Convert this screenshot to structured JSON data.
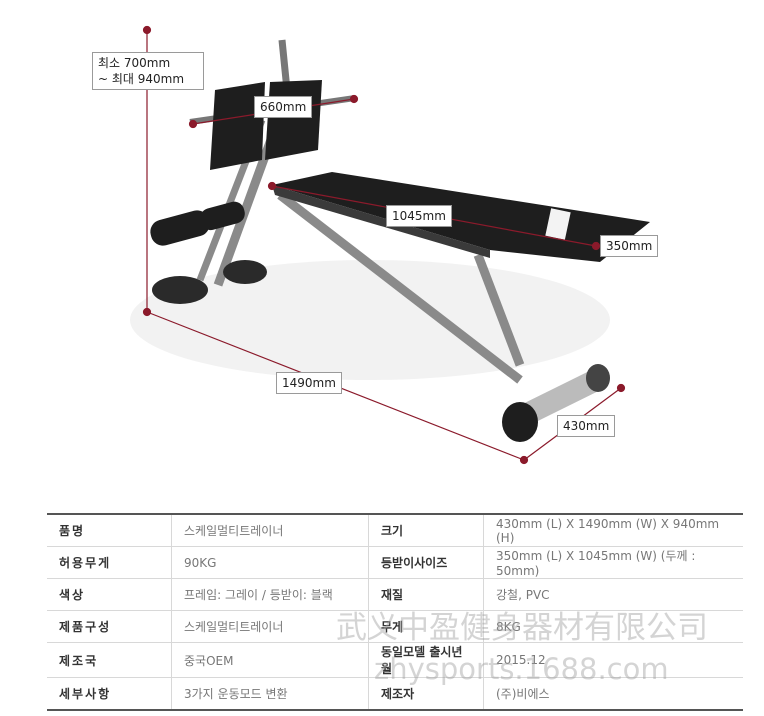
{
  "dimensions": {
    "height_label": "최소 700mm\n~ 최대 940mm",
    "handle_width": "660mm",
    "backrest_length": "1045mm",
    "backrest_width": "350mm",
    "total_length": "1490mm",
    "base_width": "430mm"
  },
  "specs": [
    {
      "k1": "품명",
      "v1": "스케일멀티트레이너",
      "k2": "크기",
      "v2": "430mm (L) X 1490mm (W) X 940mm (H)"
    },
    {
      "k1": "허용무게",
      "v1": "90KG",
      "k2": "등받이사이즈",
      "v2": "350mm (L) X 1045mm (W) (두께 : 50mm)"
    },
    {
      "k1": "색상",
      "v1": "프레임: 그레이 / 등받이: 블랙",
      "k2": "재질",
      "v2": "강철, PVC"
    },
    {
      "k1": "제품구성",
      "v1": "스케일멀티트레이너",
      "k2": "무게",
      "v2": "8KG"
    },
    {
      "k1": "제조국",
      "v1": "중국OEM",
      "k2": "동일모델 출시년월",
      "v2": "2015.12"
    },
    {
      "k1": "세부사항",
      "v1": "3가지 운동모드 변환",
      "k2": "제조자",
      "v2": "(주)비에스"
    }
  ],
  "watermark": {
    "line1": "武义中盈健身器材有限公司",
    "line2": "zhysports.1688.com"
  },
  "colors": {
    "dimension_line": "#8b1a2b",
    "frame": "#8a8a8a",
    "pad": "#1e1e1e"
  }
}
